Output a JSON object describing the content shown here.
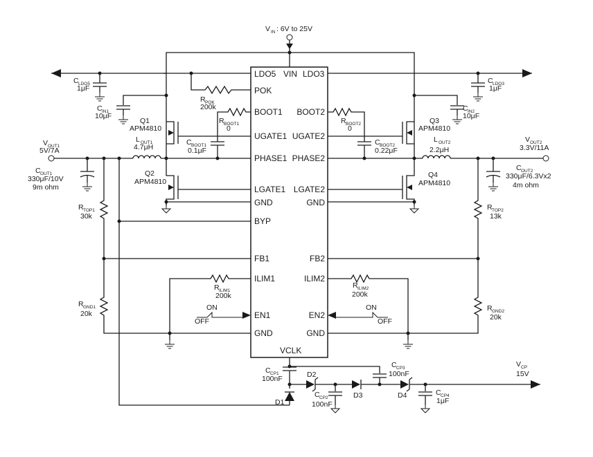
{
  "supply": {
    "vin_label": "V",
    "vin_sub": "IN",
    "vin_range": ": 6V to 25V"
  },
  "chip": {
    "top": {
      "ldo5": "LDO5",
      "vin": "VIN",
      "ldo3": "LDO3"
    },
    "left_pins": [
      "POK",
      "BOOT1",
      "UGATE1",
      "PHASE1",
      "LGATE1",
      "GND",
      "BYP",
      "FB1",
      "ILIM1",
      "EN1",
      "GND"
    ],
    "right_pins": [
      "BOOT2",
      "UGATE2",
      "PHASE2",
      "LGATE2",
      "GND",
      "FB2",
      "ILIM2",
      "EN2",
      "GND"
    ],
    "bottom": "VCLK"
  },
  "components": {
    "c_ldo5": {
      "name": "C",
      "sub": "LDO5",
      "value": "1μF"
    },
    "c_ldo3": {
      "name": "C",
      "sub": "LDO3",
      "value": "1μF"
    },
    "c_in1": {
      "name": "C",
      "sub": "IN1",
      "value": "10μF"
    },
    "c_in2": {
      "name": "C",
      "sub": "IN2",
      "value": "10μF"
    },
    "r_pok": {
      "name": "R",
      "sub": "POK",
      "value": "200k"
    },
    "r_boot1": {
      "name": "R",
      "sub": "BOOT1",
      "value": "0"
    },
    "r_boot2": {
      "name": "R",
      "sub": "BOOT2",
      "value": "0"
    },
    "q1": {
      "name": "Q1",
      "part": "APM4810"
    },
    "q2": {
      "name": "Q2",
      "part": "APM4810"
    },
    "q3": {
      "name": "Q3",
      "part": "APM4810"
    },
    "q4": {
      "name": "Q4",
      "part": "APM4810"
    },
    "c_boot1": {
      "name": "C",
      "sub": "BOOT1",
      "value": "0.1μF"
    },
    "c_boot2": {
      "name": "C",
      "sub": "BOOT2",
      "value": "0.22μF"
    },
    "l_out1": {
      "name": "L",
      "sub": "OUT1",
      "value": "4.7μH"
    },
    "l_out2": {
      "name": "L",
      "sub": "OUT2",
      "value": "2.2μH"
    },
    "v_out1": {
      "name": "V",
      "sub": "OUT1",
      "value": "5V/7A"
    },
    "v_out2": {
      "name": "V",
      "sub": "OUT2",
      "value": "3.3V/11A"
    },
    "c_out1": {
      "name": "C",
      "sub": "OUT1",
      "value": "330μF/10V",
      "esr": "9m ohm"
    },
    "c_out2": {
      "name": "C",
      "sub": "OUT2",
      "value": "330μF/6.3Vx2",
      "esr": "4m ohm"
    },
    "r_top1": {
      "name": "R",
      "sub": "TOP1",
      "value": "30k"
    },
    "r_top2": {
      "name": "R",
      "sub": "TOP2",
      "value": "13k"
    },
    "r_gnd1": {
      "name": "R",
      "sub": "GND1",
      "value": "20k"
    },
    "r_gnd2": {
      "name": "R",
      "sub": "GND2",
      "value": "20k"
    },
    "r_ilim1": {
      "name": "R",
      "sub": "ILIM1",
      "value": "200k"
    },
    "r_ilim2": {
      "name": "R",
      "sub": "ILIM2",
      "value": "200k"
    },
    "sw1": {
      "on": "ON",
      "off": "OFF"
    },
    "sw2": {
      "on": "ON",
      "off": "OFF"
    },
    "c_cp1": {
      "name": "C",
      "sub": "CP1",
      "value": "100nF"
    },
    "c_cp2": {
      "name": "C",
      "sub": "CP2",
      "value": "100nF"
    },
    "c_cp3": {
      "name": "C",
      "sub": "CP3",
      "value": "100nF"
    },
    "c_cp4": {
      "name": "C",
      "sub": "CP4",
      "value": "1μF"
    },
    "d1": {
      "name": "D1"
    },
    "d2": {
      "name": "D2"
    },
    "d3": {
      "name": "D3"
    },
    "d4": {
      "name": "D4"
    },
    "v_cp": {
      "name": "V",
      "sub": "CP",
      "value": "15V"
    }
  }
}
